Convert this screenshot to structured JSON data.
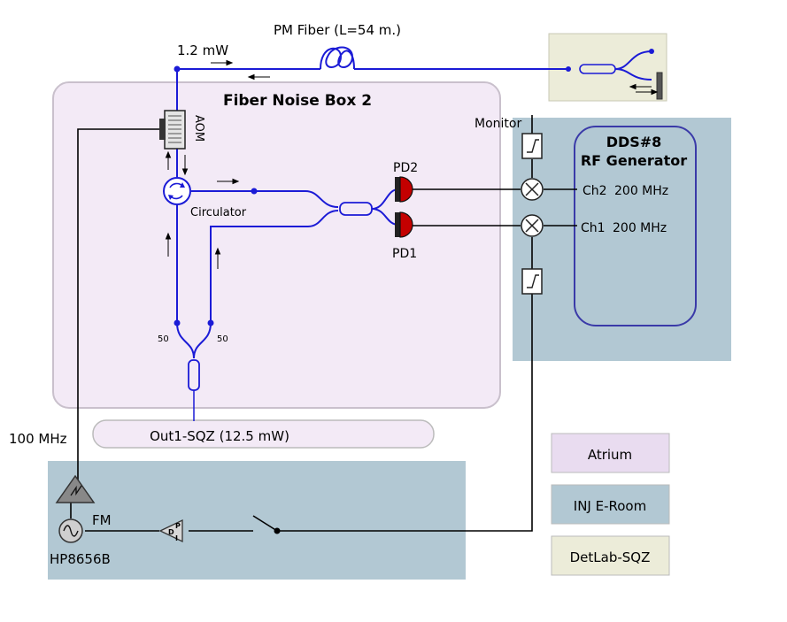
{
  "regions": {
    "fiber_noise_box": "Fiber Noise Box 2",
    "rf_generator_line1": "DDS#8",
    "rf_generator_line2": "RF Generator",
    "out_band": "Out1-SQZ (12.5 mW)"
  },
  "labels": {
    "pm_fiber": "PM Fiber (L=54 m.)",
    "power": "1.2 mW",
    "aom": "AOM",
    "circulator": "Circulator",
    "monitor": "Monitor",
    "pd2": "PD2",
    "pd1": "PD1",
    "ch2": "Ch2",
    "ch2_freq": "200 MHz",
    "ch1": "Ch1",
    "ch1_freq": "200 MHz",
    "split_left": "50",
    "split_right": "50",
    "freq_100": "100 MHz",
    "fm": "FM",
    "hp": "HP8656B",
    "pid_p": "P",
    "pid_i": "I",
    "pid_d": "D"
  },
  "legend": [
    {
      "label": "Atrium",
      "color": "#e9dcf0"
    },
    {
      "label": "INJ E-Room",
      "color": "#b2c8d3"
    },
    {
      "label": "DetLab-SQZ",
      "color": "#ececd9"
    }
  ],
  "colors": {
    "atrium": "#f3eaf6",
    "inj_room": "#b2c8d3",
    "detlab": "#ececd9",
    "fiber": "#1b1bd6",
    "photodiode": "#c40000",
    "dds_border": "#3a3aa8"
  }
}
